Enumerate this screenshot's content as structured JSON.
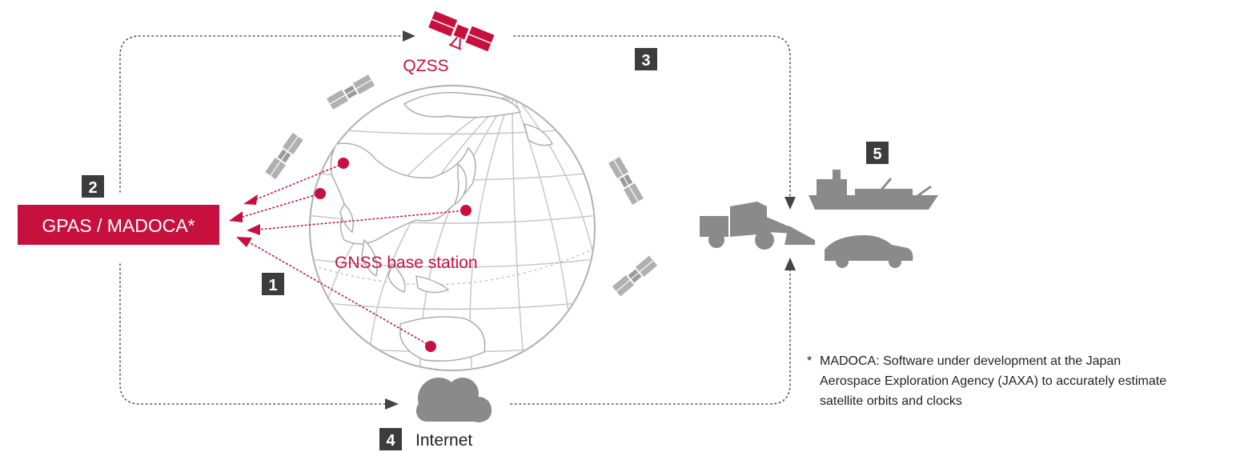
{
  "labels": {
    "qzss": "QZSS",
    "gpas": "GPAS / MADOCA*",
    "gnss_base_station": "GNSS base station",
    "internet": "Internet"
  },
  "steps": [
    "1",
    "2",
    "3",
    "4",
    "5"
  ],
  "footnote": {
    "marker": "*",
    "lines": [
      "MADOCA: Software under development at the Japan",
      "Aerospace Exploration Agency (JAXA) to accurately estimate",
      "satellite orbits and clocks"
    ]
  },
  "colors": {
    "accent": "#c8103e",
    "badge": "#3c3c3c",
    "icon_gray": "#8a8a8a",
    "light_gray": "#b4b4b4",
    "globe_line": "#b9b9b9",
    "text": "#222222"
  },
  "icons": [
    "qzss-satellite-icon",
    "gnss-satellite-icon",
    "cloud-icon",
    "ship-icon",
    "wheel-loader-icon",
    "car-icon",
    "globe-icon"
  ]
}
